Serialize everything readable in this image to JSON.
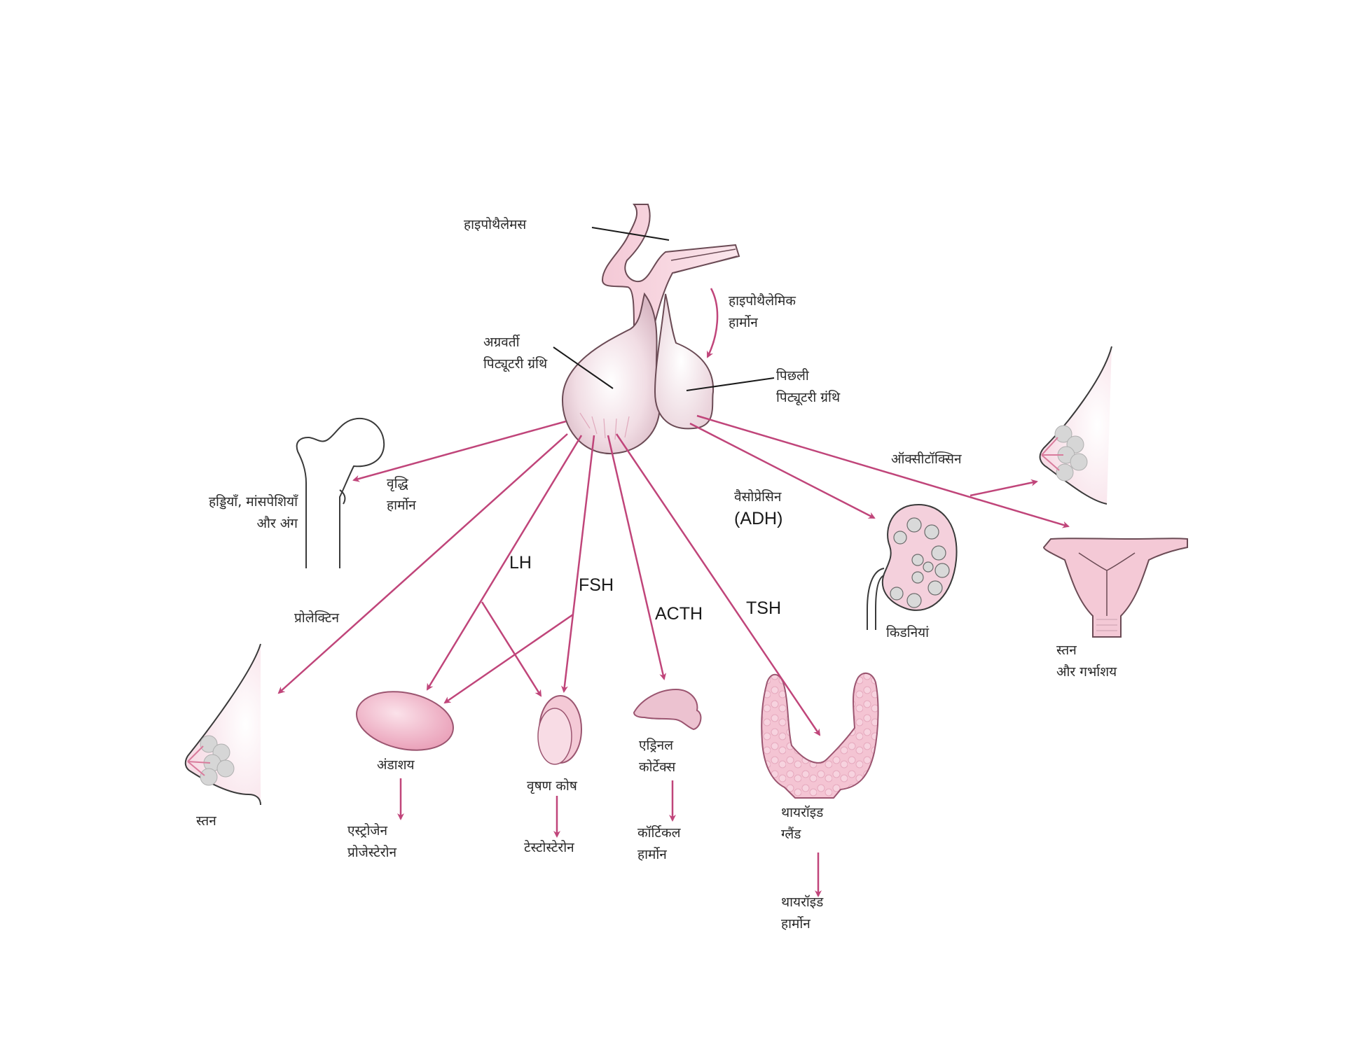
{
  "labels": {
    "hypothalamus": "हाइपोथैलेमस",
    "hypothalamic_hormone": [
      "हाइपोथैलेमिक",
      "हार्मोन"
    ],
    "anterior_pituitary": [
      "अग्रवर्ती",
      "पिट्यूटरी ग्रंथि"
    ],
    "posterior_pituitary": [
      "पिछली",
      "पिट्यूटरी ग्रंथि"
    ],
    "growth_hormone": [
      "वृद्धि",
      "हार्मोन"
    ],
    "bones_muscles_organs": [
      "हड्डियाँ, मांसपेशियाँ",
      "और अंग"
    ],
    "oxytocin": "ऑक्सीटॉक्सिन",
    "vasopressin": "वैसोप्रेसिन",
    "adh": "(ADH)",
    "kidneys": "किडनियां",
    "breast_uterus": [
      "स्तन",
      "और गर्भाशय"
    ],
    "prolactin": "प्रोलेक्टिन",
    "lh": "LH",
    "fsh": "FSH",
    "acth": "ACTH",
    "tsh": "TSH",
    "breast": "स्तन",
    "ovary": "अंडाशय",
    "estrogen_progesterone": [
      "एस्ट्रोजेन",
      "प्रोजेस्टेरोन"
    ],
    "testes": "वृषण कोष",
    "testosterone": "टेस्टोस्टेरोन",
    "adrenal_cortex": [
      "एड्रिनल",
      "कोर्टेक्स"
    ],
    "cortical_hormone": [
      "कॉर्टिकल",
      "हार्मोन"
    ],
    "thyroid_gland": [
      "थायरॉइड",
      "ग्लैंड"
    ],
    "thyroid_hormone": [
      "थायरॉइड",
      "हार्मोन"
    ]
  },
  "colors": {
    "arrow": "#c0457a",
    "gland_fill": "#f2c9d6",
    "gland_stroke": "#6b4b55",
    "organ_fill": "#f4c2d2",
    "kidney_dots": "#d9d9d9",
    "leader": "#1a1a1a"
  }
}
